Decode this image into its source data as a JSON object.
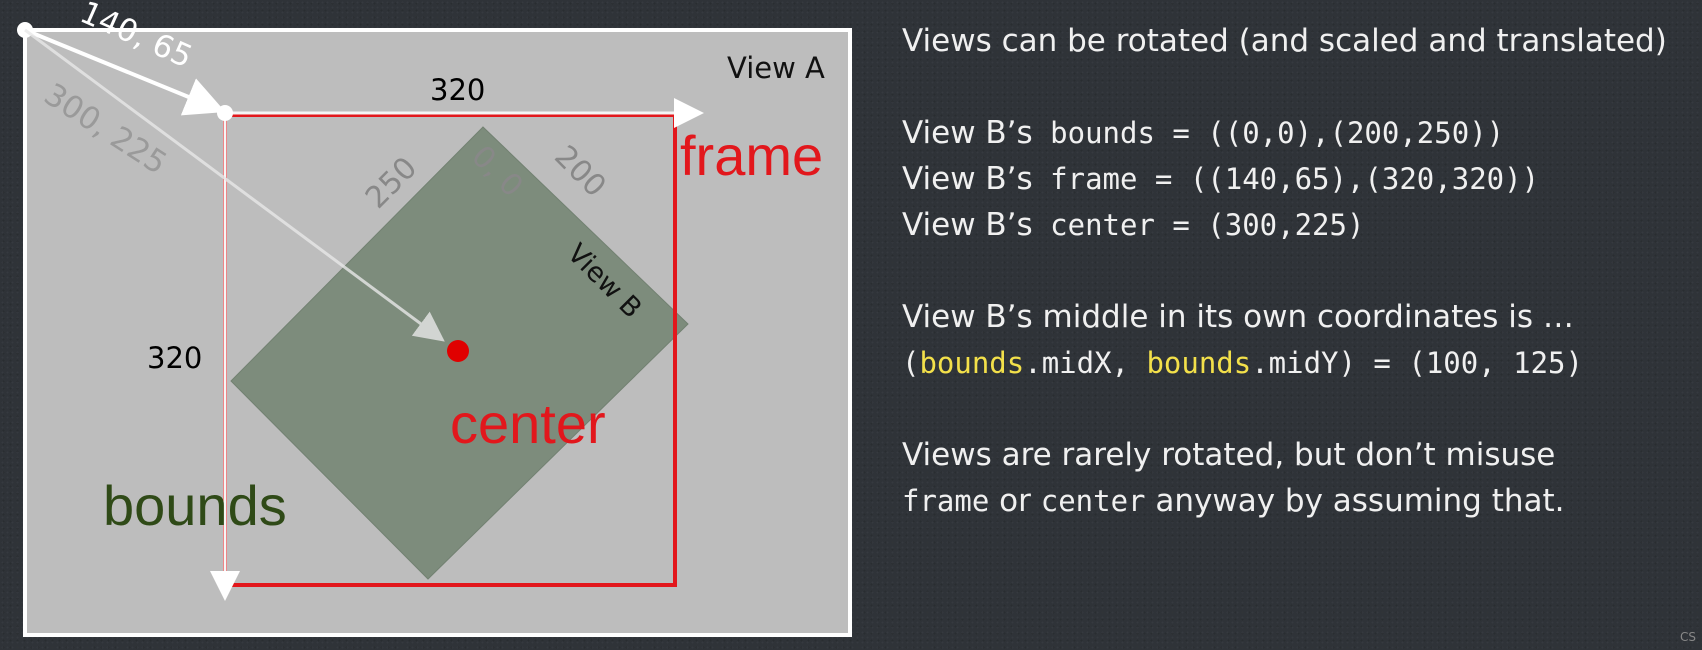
{
  "diagram": {
    "view_a_label": "View A",
    "view_b_label": "View B",
    "origin_label": "140, 65",
    "center_vector_label": "300, 225",
    "frame_width_label": "320",
    "frame_height_label": "320",
    "bounds_height_label": "250",
    "bounds_origin_label": "0, 0",
    "bounds_width_label": "200",
    "frame_label": "frame",
    "center_label": "center",
    "bounds_label": "bounds",
    "colors": {
      "view_a_fill": "#bdbdbd",
      "view_b_fill": "#7a8a79",
      "frame_stroke": "#e2171c",
      "center_dot": "#e00000",
      "bounds_text": "#2f4a17",
      "arrow": "#ffffff"
    }
  },
  "notes": {
    "line1": "Views can be rotated (and scaled and translated)",
    "bounds_prefix": "View B’s",
    "bounds_code": " bounds = ((0,0),(200,250))",
    "frame_prefix": "View B’s",
    "frame_code": " frame = ((140,65),(320,320))",
    "center_prefix": "View B’s",
    "center_code": " center = (300,225)",
    "middle_line": "View B’s middle in its own coordinates is …",
    "mid_open": "(",
    "mid_hl1": "bounds",
    "mid_part1": ".midX, ",
    "mid_hl2": "bounds",
    "mid_part2": ".midY) = (100, 125)",
    "rare_line": "Views are rarely rotated, but don’t misuse",
    "misuse_code1": "frame",
    "misuse_or": " or ",
    "misuse_code2": "center",
    "misuse_rest": " anyway by assuming that."
  },
  "footer_mark": "CS"
}
